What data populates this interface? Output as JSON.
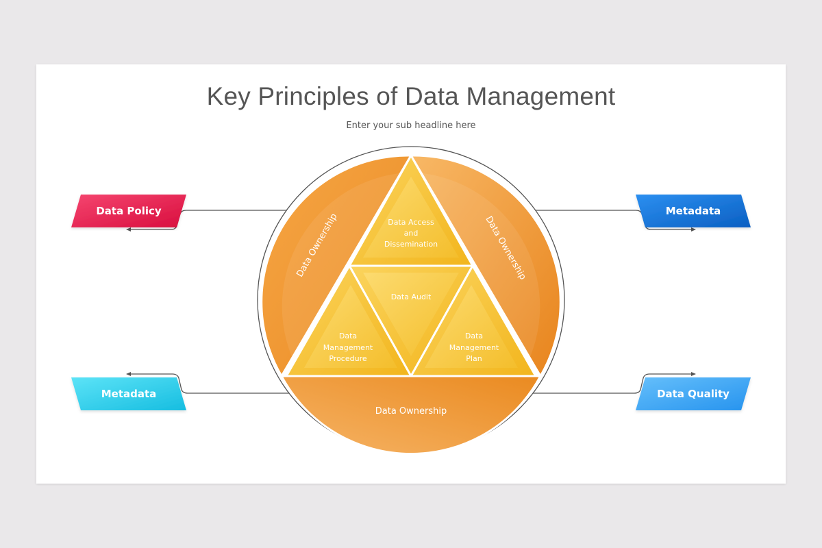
{
  "title": "Key Principles of Data Management",
  "subtitle": "Enter your sub headline here",
  "circle": {
    "segments": {
      "left": "Data Ownership",
      "right": "Data Ownership",
      "bottom": "Data Ownership"
    },
    "triangles": {
      "top": [
        "Data Access",
        "and",
        "Dissemination"
      ],
      "center": [
        "Data Audit"
      ],
      "left": [
        "Data",
        "Management",
        "Procedure"
      ],
      "right": [
        "Data",
        "Management",
        "Plan"
      ]
    }
  },
  "tags": {
    "top_left": "Data Policy",
    "bottom_left": "Metadata",
    "top_right": "Metadata",
    "bottom_right": "Data Quality"
  },
  "colors": {
    "orange_light": "#f7b562",
    "orange_dark": "#e9871e",
    "yellow_light": "#fbd564",
    "yellow_dark": "#f0b419",
    "tag_top_left": [
      "#f5456f",
      "#d80e3e"
    ],
    "tag_bottom_left": [
      "#5ce3f7",
      "#16bde0"
    ],
    "tag_top_right": [
      "#2c8ff0",
      "#0a5fc2"
    ],
    "tag_bottom_right": [
      "#65bffb",
      "#2693ee"
    ]
  }
}
